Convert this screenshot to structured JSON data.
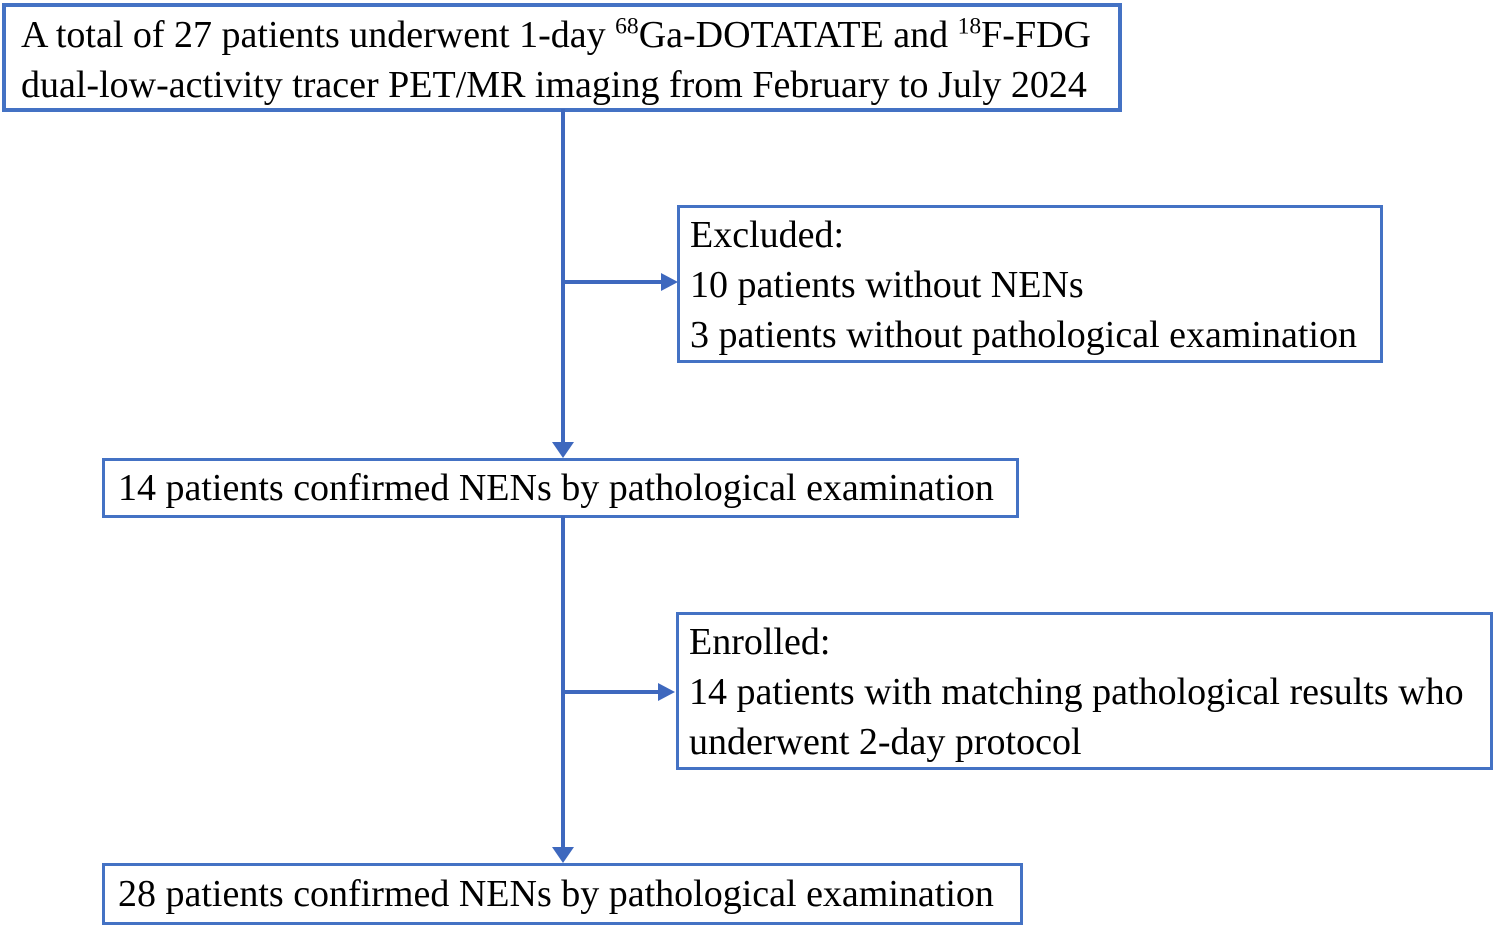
{
  "colors": {
    "accent": "#4472c4",
    "connector": "#3e68be",
    "text": "#000000",
    "background": "#ffffff"
  },
  "boxes": {
    "initial": {
      "line_parts": [
        {
          "text": "A total of 27 patients underwent 1-day ",
          "superscript": false
        },
        {
          "text": "68",
          "superscript": true
        },
        {
          "text": "Ga-DOTATATE and ",
          "superscript": false
        },
        {
          "text": "18",
          "superscript": true
        },
        {
          "text": "F-FDG dual-low-activity tracer PET/MR imaging from February to July 2024",
          "superscript": false
        }
      ]
    },
    "excluded": {
      "lines": [
        "Excluded:",
        "10 patients without NENs",
        "3 patients without pathological examination"
      ]
    },
    "confirmed": {
      "text": "14 patients confirmed NENs by pathological examination"
    },
    "enrolled": {
      "lines": [
        "Enrolled:",
        "14 patients with matching pathological results who",
        "underwent 2-day protocol"
      ]
    },
    "final": {
      "text": "28 patients confirmed NENs by pathological examination"
    }
  }
}
